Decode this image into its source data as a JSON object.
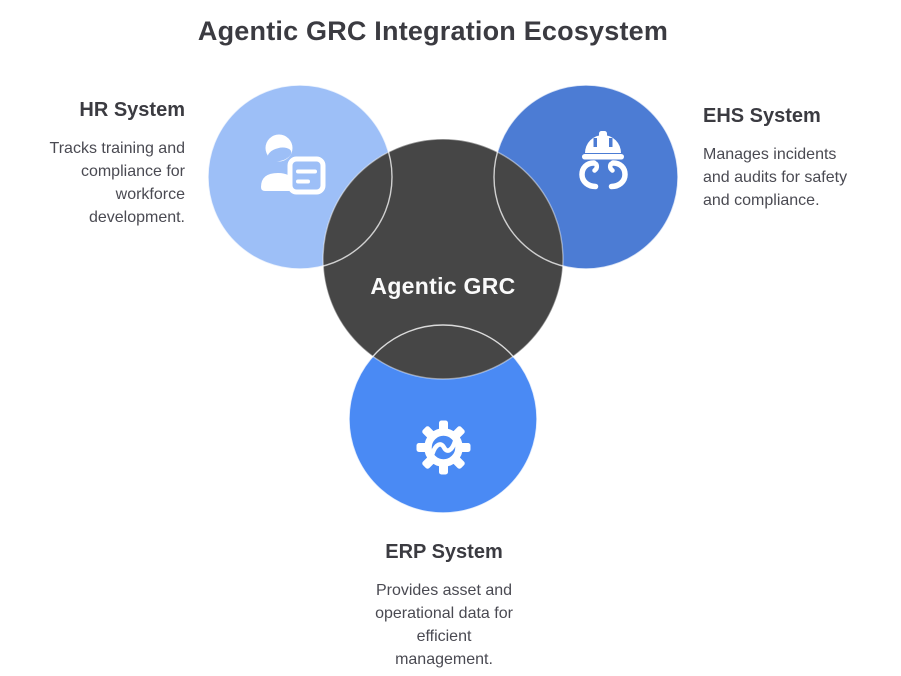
{
  "title": "Agentic GRC Integration Ecosystem",
  "center": {
    "label": "Agentic GRC",
    "color": "#464646"
  },
  "nodes": [
    {
      "id": "hr",
      "label": "HR System",
      "icon": "person-document-icon",
      "color": "#9dbff7",
      "desc_lines": [
        "Tracks training and",
        "compliance for",
        "workforce",
        "development."
      ]
    },
    {
      "id": "ehs",
      "label": "EHS System",
      "icon": "safety-helmet-hands-icon",
      "color": "#4c7cd4",
      "desc_lines": [
        "Manages incidents",
        "and audits for safety",
        "and compliance."
      ]
    },
    {
      "id": "erp",
      "label": "ERP System",
      "icon": "gear-icon",
      "color": "#4a8af4",
      "desc_lines": [
        "Provides asset and",
        "operational data for",
        "efficient",
        "management."
      ]
    }
  ]
}
